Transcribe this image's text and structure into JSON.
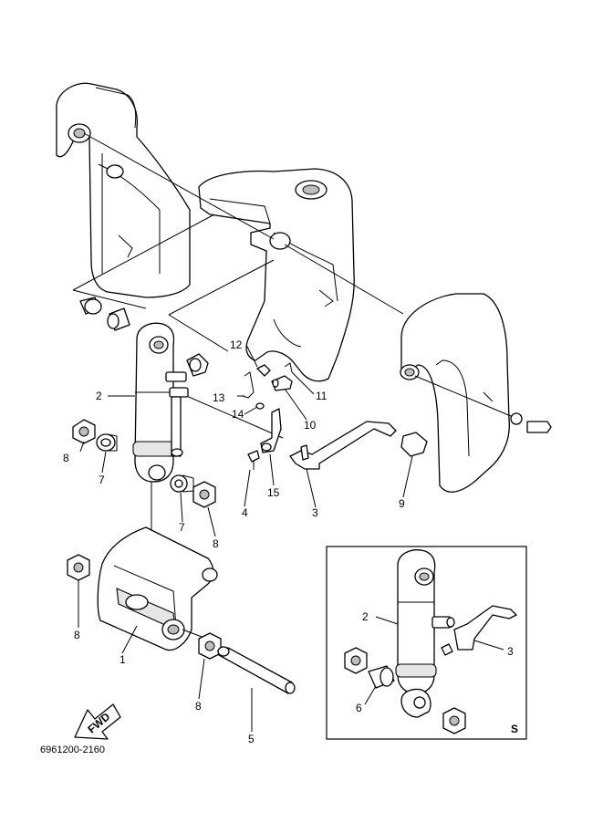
{
  "diagram_code": "6961200-2160",
  "fwd_label": "FWD",
  "inset_label": "S",
  "callouts": {
    "c1": "1",
    "c2": "2",
    "c3": "3",
    "c4": "4",
    "c5": "5",
    "c7a": "7",
    "c7b": "7",
    "c8a": "8",
    "c8b": "8",
    "c8c": "8",
    "c8d": "8",
    "c9": "9",
    "c10": "10",
    "c11": "11",
    "c12": "12",
    "c13": "13",
    "c14": "14",
    "c15": "15",
    "inset2": "2",
    "inset3": "3",
    "inset6": "6"
  }
}
